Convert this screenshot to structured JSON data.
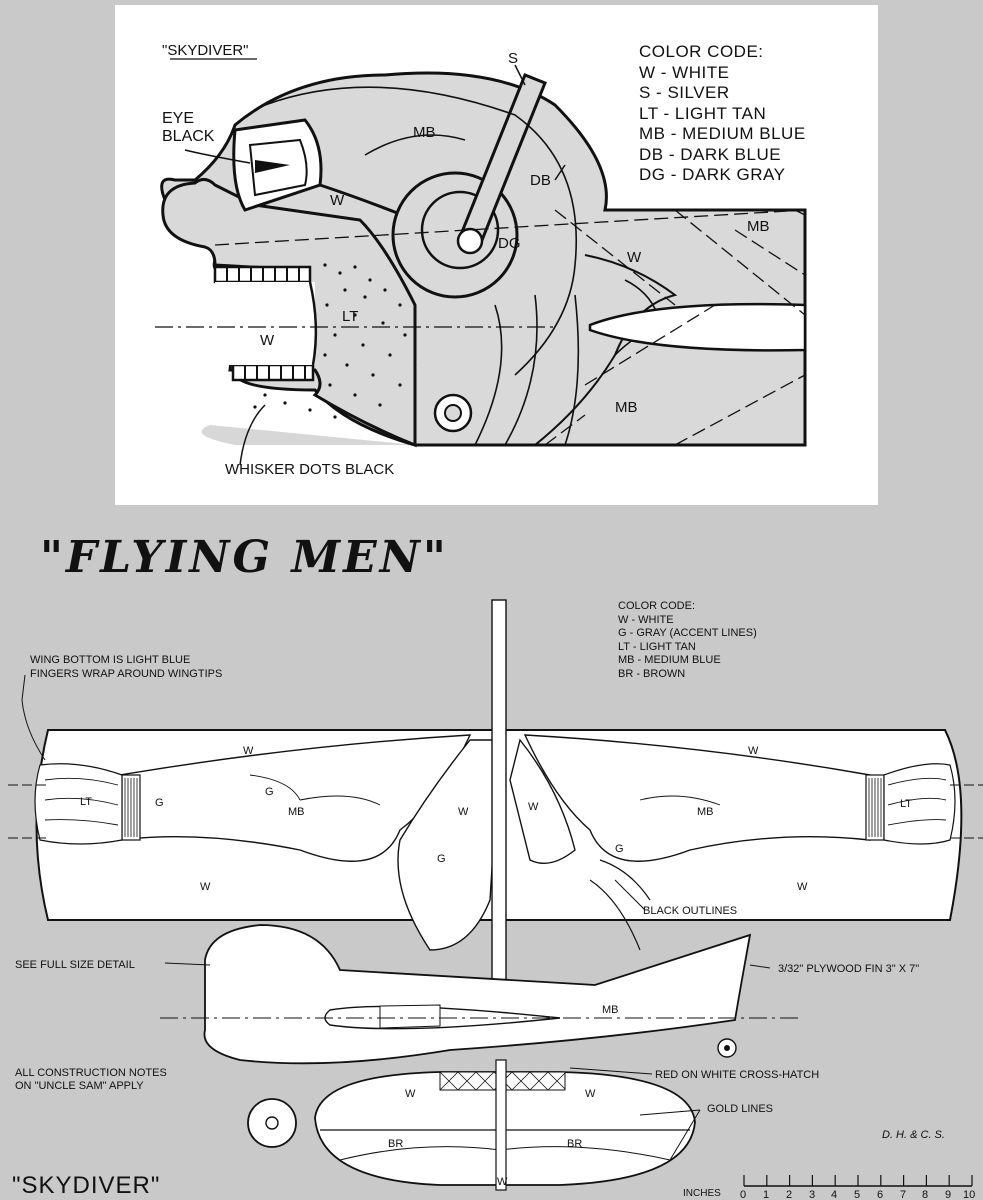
{
  "detail": {
    "title": "\"SKYDIVER\"",
    "color_code_title": "COLOR CODE:",
    "color_codes": [
      "W - WHITE",
      "S - SILVER",
      "LT - LIGHT TAN",
      "MB - MEDIUM BLUE",
      "DB - DARK BLUE",
      "DG - DARK GRAY"
    ],
    "labels": {
      "eye": "EYE",
      "black": "BLACK",
      "s": "S",
      "mb_top": "MB",
      "db": "DB",
      "dg": "DG",
      "w_goggle": "W",
      "w_neck": "W",
      "mb_right": "MB",
      "lt": "LT",
      "w_teeth": "W",
      "mb_bottom": "MB",
      "whisker": "WHISKER DOTS BLACK"
    }
  },
  "main_title": "\"FLYING MEN\"",
  "plan": {
    "color_code_title": "COLOR CODE:",
    "color_codes": [
      "W - WHITE",
      "G - GRAY (ACCENT LINES)",
      "LT - LIGHT TAN",
      "MB - MEDIUM BLUE",
      "BR - BROWN"
    ],
    "wing_note_1": "WING BOTTOM IS LIGHT BLUE",
    "wing_note_2": "FINGERS WRAP AROUND WINGTIPS",
    "labels": {
      "w_left_top": "W",
      "w_right_top": "W",
      "lt_left": "LT",
      "lt_right": "LT",
      "g1": "G",
      "g2": "G",
      "g3": "G",
      "g4": "G",
      "mb_left": "MB",
      "mb_right": "MB",
      "w_scarf_l": "W",
      "w_scarf_r": "W",
      "w_left_bot": "W",
      "w_right_bot": "W",
      "black_outlines": "BLACK OUTLINES",
      "see_detail": "SEE FULL SIZE DETAIL",
      "fin": "3/32\" PLYWOOD FIN 3\" X 7\"",
      "mb_fuse": "MB",
      "constr_1": "ALL CONSTRUCTION NOTES",
      "constr_2": "ON \"UNCLE SAM\" APPLY",
      "red_hatch": "RED ON WHITE CROSS-HATCH",
      "gold": "GOLD LINES",
      "w_tail_l": "W",
      "w_tail_r": "W",
      "br_l": "BR",
      "br_r": "BR",
      "w_tail_b": "W",
      "initials": "D. H. & C. S."
    }
  },
  "bottom_title": "\"SKYDIVER\"",
  "scale": {
    "label": "INCHES",
    "ticks": [
      "0",
      "1",
      "2",
      "3",
      "4",
      "5",
      "6",
      "7",
      "8",
      "9",
      "10"
    ]
  }
}
